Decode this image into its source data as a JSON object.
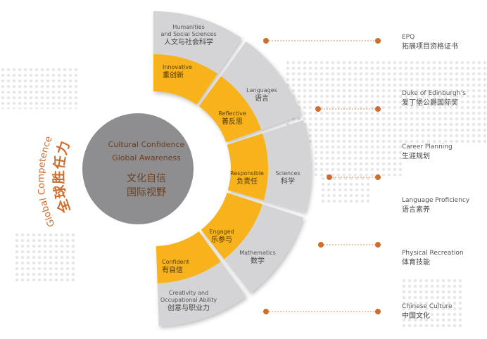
{
  "colors": {
    "yellow": "#f7b21c",
    "gray_segment": "#d4d4d6",
    "center_circle": "#8e8e90",
    "accent": "#cf6d2c",
    "dots": "#e6e6e6"
  },
  "title": {
    "en": "Global Competence",
    "zh": "全球胜任力"
  },
  "center": {
    "line1": "Cultural Confidence",
    "line2": "Global Awareness",
    "line3": "文化自信",
    "line4": "国际视野"
  },
  "segments": [
    {
      "subject_en": "Humanities",
      "subject_en2": "and Social Sciences",
      "subject_zh": "人文与社会科学",
      "trait_en": "Innovative",
      "trait_zh": "重创新"
    },
    {
      "subject_en": "Languages",
      "subject_zh": "语言",
      "trait_en": "Reflective",
      "trait_zh": "善反思"
    },
    {
      "subject_en": "Sciences",
      "subject_zh": "科学",
      "trait_en": "Responsible",
      "trait_zh": "负责任"
    },
    {
      "subject_en": "Mathematics",
      "subject_zh": "数学",
      "trait_en": "Engaged",
      "trait_zh": "乐参与"
    },
    {
      "subject_en": "Creativity and",
      "subject_en2": "Occupational Ability",
      "subject_zh": "创意与职业力",
      "trait_en": "Confident",
      "trait_zh": "有自信"
    }
  ],
  "programs": [
    {
      "en": "EPQ",
      "zh": "拓展项目资格证书"
    },
    {
      "en": "Duke of Edinburgh’s",
      "zh": "爱丁堡公爵国际奖"
    },
    {
      "en": "Career Planning",
      "zh": "生涯规划"
    },
    {
      "en": "Language Proficiency",
      "zh": "语言素养"
    },
    {
      "en": "Physical Recreation",
      "zh": "体育技能"
    },
    {
      "en": "Chinese Culture",
      "zh": "中国文化"
    }
  ]
}
